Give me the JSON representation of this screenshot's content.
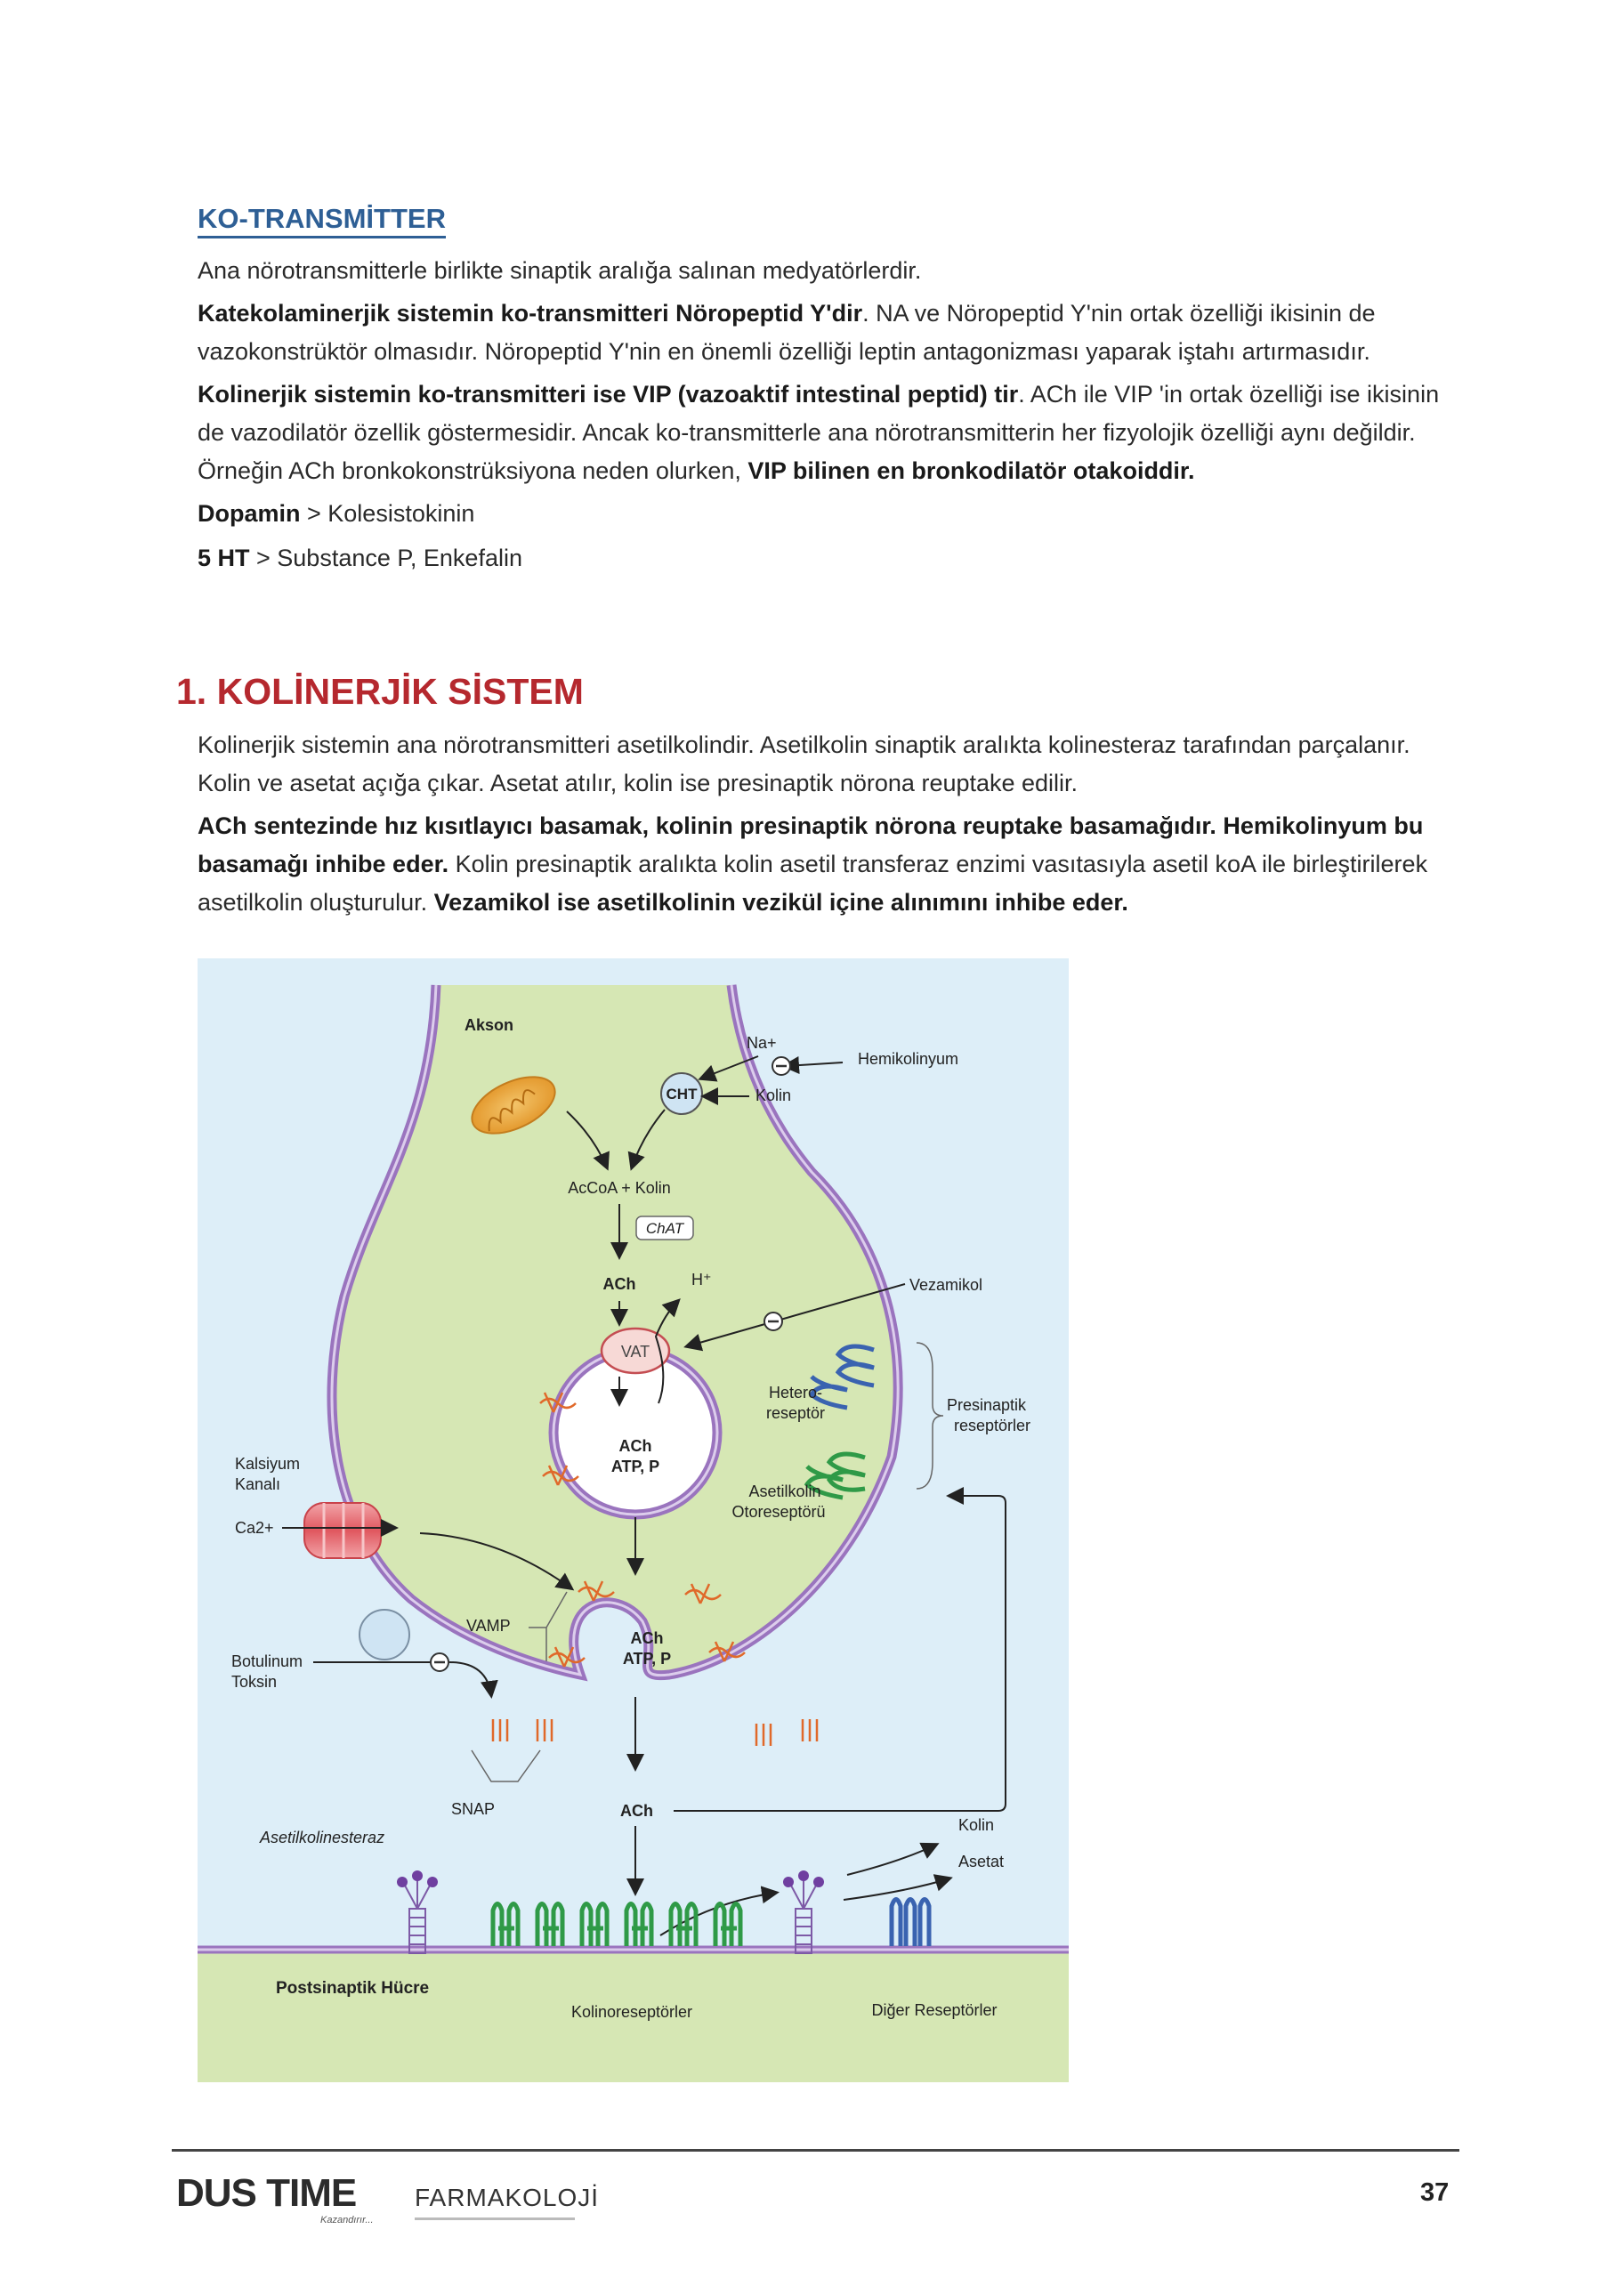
{
  "ko": {
    "title": "KO-TRANSMİTTER",
    "p1": "Ana nörotransmitterle birlikte sinaptik aralığa salınan medyatörlerdir.",
    "p2_bold": "Katekolaminerjik sistemin ko-transmitteri Nöropeptid Y'dir",
    "p2_rest": ". NA ve Nöropeptid Y'nin ortak özelliği ikisinin de vazokonstrüktör olmasıdır. Nöropeptid Y'nin en önemli özelliği leptin antagonizması yaparak iştahı artırmasıdır.",
    "p3_bold": "Kolinerjik sistemin ko-transmitteri ise VIP (vazoaktif intestinal peptid) tir",
    "p3_rest": ". ACh ile VIP 'in ortak özelliği ise ikisinin de vazodilatör özellik göstermesidir. Ancak ko-transmitterle ana nörotransmitterin her fizyolojik özelliği aynı değildir. Örneğin ACh bronkokonstrüksiyona neden olurken, ",
    "p3_bold2": "VIP bilinen en bronkodilatör otakoiddir.",
    "p4_bold": "Dopamin",
    "p4_rest": " > Kolesistokinin",
    "p5_bold": "5 HT",
    "p5_rest": " > Substance P, Enkefalin"
  },
  "section": {
    "title": "1. KOLİNERJİK SİSTEM",
    "p1": "Kolinerjik sistemin ana nörotransmitteri asetilkolindir. Asetilkolin sinaptik aralıkta kolinesteraz tarafından parçalanır. Kolin ve asetat açığa çıkar. Asetat atılır, kolin ise presinaptik nörona reuptake edilir.",
    "p2_bold": "ACh sentezinde hız kısıtlayıcı basamak, kolinin presinaptik nörona reuptake basamağıdır. Hemikolinyum bu basamağı inhibe eder.",
    "p2_rest": " Kolin presinaptik aralıkta kolin asetil transferaz enzimi vasıtasıyla asetil koA ile birleştirilerek asetilkolin oluşturulur. ",
    "p2_bold2": "Vezamikol ise asetilkolinin vezikül içine alınımını inhibe eder."
  },
  "figure": {
    "akson": "Akson",
    "na": "Na+",
    "hemikolinyum": "Hemikolinyum",
    "cht": "CHT",
    "kolin_in": "Kolin",
    "accoa": "AcCoA + Kolin",
    "chat": "ChAT",
    "ach1": "ACh",
    "h": "H⁺",
    "vezamikol": "Vezamikol",
    "vat": "VAT",
    "hetero1": "Hetero-",
    "hetero2": "reseptör",
    "presin1": "Presinaptik",
    "presin2": "reseptörler",
    "ves_ach": "ACh",
    "ves_atp": "ATP, P",
    "kalsiyum1": "Kalsiyum",
    "kalsiyum2": "Kanalı",
    "ca": "Ca2+",
    "oto1": "Asetilkolin",
    "oto2": "Otoreseptörü",
    "vamp": "VAMP",
    "fus_ach": "ACh",
    "fus_atp": "ATP, P",
    "botu1": "Botulinum",
    "botu2": "Toksin",
    "snap": "SNAP",
    "ach_cleft": "ACh",
    "ache": "Asetilkolinesteraz",
    "kolin_out": "Kolin",
    "asetat": "Asetat",
    "post": "Postsinaptik Hücre",
    "kolinoreseptorler": "Kolinoreseptörler",
    "diger": "Diğer Reseptörler"
  },
  "footer": {
    "brand": "DUS TIME",
    "brand_sub": "Kazandırır...",
    "subject": "FARMAKOLOJİ",
    "page": "37"
  }
}
